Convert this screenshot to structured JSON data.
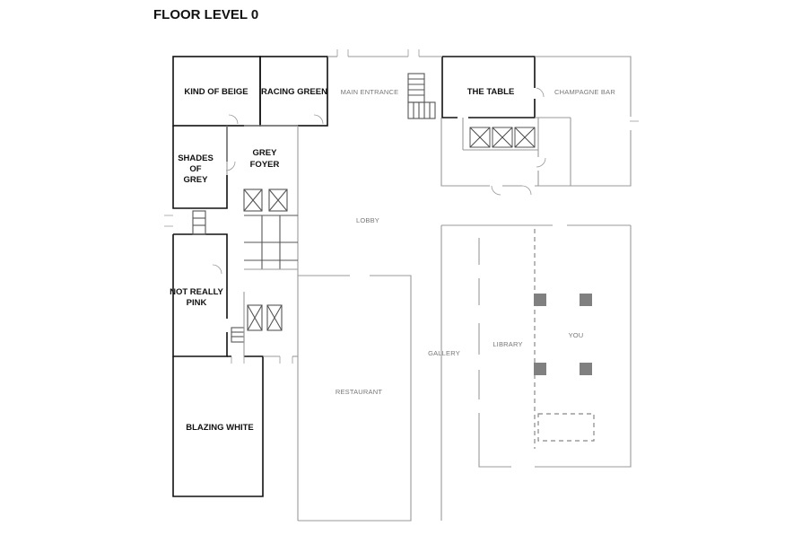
{
  "title": "FLOOR LEVEL 0",
  "rooms": {
    "kind_of_beige": "KIND OF BEIGE",
    "racing_green": "RACING GREEN",
    "main_entrance": "MAIN ENTRANCE",
    "the_table": "THE TABLE",
    "champagne_bar": "CHAMPAGNE BAR",
    "shades_of_grey": [
      "SHADES",
      "OF",
      "GREY"
    ],
    "grey_foyer": [
      "GREY",
      "FOYER"
    ],
    "lobby": "LOBBY",
    "not_really_pink": [
      "NOT REALLY",
      "PINK"
    ],
    "you": "YOU",
    "gallery": "GALLERY",
    "library": "LIBRARY",
    "restaurant": "RESTAURANT",
    "blazing_white": "BLAZING WHITE"
  }
}
